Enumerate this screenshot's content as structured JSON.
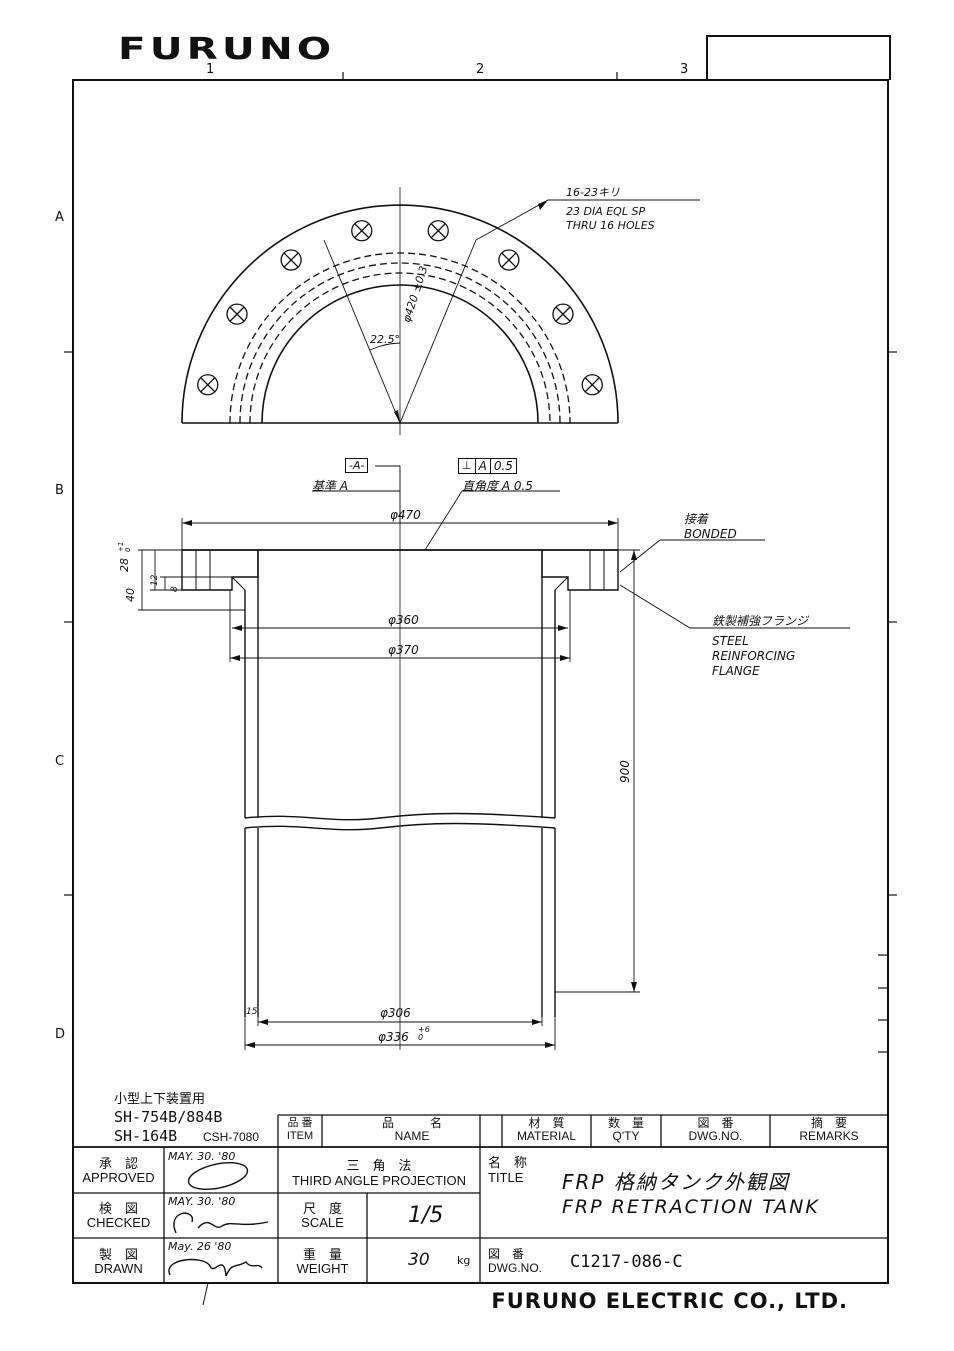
{
  "header": {
    "logo": "FURUNO",
    "zones_top": [
      "1",
      "2",
      "3"
    ],
    "zones_side": [
      "A",
      "B",
      "C",
      "D"
    ]
  },
  "drawing": {
    "top_view": {
      "holes_note_1": "16-23キリ",
      "holes_note_2": "23 DIA EQL SP",
      "holes_note_3": "THRU 16 HOLES",
      "angle": "22.5°",
      "pcd": "φ420 ±0.3"
    },
    "datum": {
      "box": "-A-",
      "label": "基準 A"
    },
    "perpendicularity": {
      "box_symbol": "⊥",
      "box_datum": "A",
      "box_value": "0.5",
      "label": "直角度 A 0.5"
    },
    "dims": {
      "d470": "φ470",
      "d360": "φ360",
      "d370": "φ370",
      "d306": "φ306",
      "d336": "φ336",
      "d336_tol": "+6 0",
      "len900": "900",
      "h40": "40",
      "h28": "28",
      "h28_tol": "+1 0",
      "h12": "12",
      "h8": "8",
      "w15": "15"
    },
    "notes": {
      "bonded_jp": "接着",
      "bonded_en": "BONDED",
      "flange_jp": "鉄製補強フランジ",
      "flange_en_1": "STEEL",
      "flange_en_2": "REINFORCING",
      "flange_en_3": "FLANGE"
    }
  },
  "applicable": {
    "heading": "小型上下装置用",
    "model_1": "SH-754B/884B",
    "model_2": "SH-164B",
    "model_3": "CSH-7080"
  },
  "parts_header": {
    "item_jp": "品 番",
    "item_en": "ITEM",
    "name_jp": "品　　　名",
    "name_en": "NAME",
    "material_jp": "材　質",
    "material_en": "MATERIAL",
    "qty_jp": "数　量",
    "qty_en": "Q'TY",
    "dwgno_jp": "図　番",
    "dwgno_en": "DWG.NO.",
    "remarks_jp": "摘　要",
    "remarks_en": "REMARKS"
  },
  "title_block": {
    "approved_jp": "承　認",
    "approved_en": "APPROVED",
    "approved_date": "MAY. 30. '80",
    "checked_jp": "検　図",
    "checked_en": "CHECKED",
    "checked_date": "MAY. 30. '80",
    "drawn_jp": "製　図",
    "drawn_en": "DRAWN",
    "drawn_date": "May. 26 '80",
    "projection_jp": "三　角　法",
    "projection_en": "THIRD ANGLE PROJECTION",
    "scale_jp": "尺　度",
    "scale_en": "SCALE",
    "scale_value": "1/5",
    "weight_jp": "重　量",
    "weight_en": "WEIGHT",
    "weight_value": "30",
    "weight_unit": "kg",
    "title_jp_label": "名　称",
    "title_en_label": "TITLE",
    "title_jp": "FRP 格納タンク外観図",
    "title_en": "FRP RETRACTION TANK",
    "dwgno_jp_label": "図　番",
    "dwgno_en_label": "DWG.NO.",
    "dwgno_value": "C1217-086-C"
  },
  "footer": {
    "company": "FURUNO ELECTRIC CO., LTD."
  }
}
